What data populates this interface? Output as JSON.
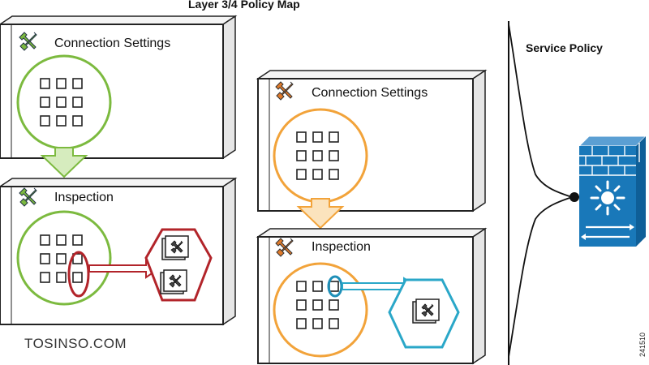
{
  "diagram": {
    "title": "Layer 3/4 Policy Map",
    "service_policy_label": "Service Policy",
    "watermark": "TOSINSO.COM",
    "figure_id": "241510",
    "colors": {
      "green": "#7cba3f",
      "orange": "#f2a33a",
      "red": "#b2242a",
      "teal": "#2aa7c8",
      "blue": "#1978b9",
      "outline": "#222222"
    },
    "left_stack": {
      "panels": [
        {
          "title": "Connection Settings",
          "icon": "tools-icon-green"
        },
        {
          "title": "Inspection",
          "icon": "tools-icon-green"
        }
      ]
    },
    "right_stack": {
      "panels": [
        {
          "title": "Connection Settings",
          "icon": "tools-icon-orange"
        },
        {
          "title": "Inspection",
          "icon": "tools-icon-orange"
        }
      ]
    },
    "device_icon": "firewall-switch-icon"
  }
}
